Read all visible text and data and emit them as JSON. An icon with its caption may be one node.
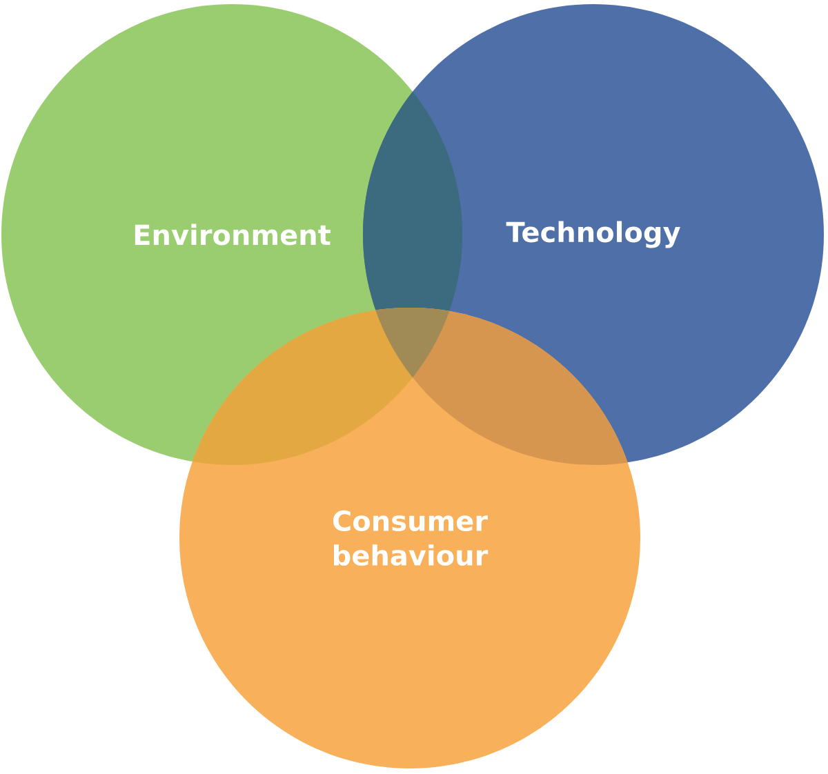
{
  "diagram": {
    "nodes": [
      {
        "text": [
          "Environment"
        ]
      },
      {
        "text": [
          "Technology"
        ]
      },
      {
        "text": [
          "Consumer behaviour"
        ]
      }
    ]
  }
}
